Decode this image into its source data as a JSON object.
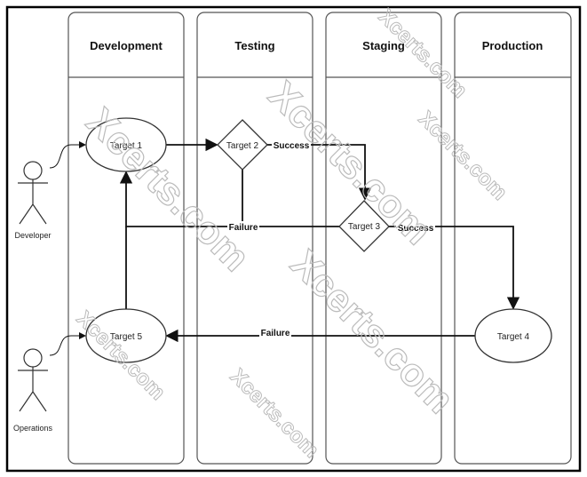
{
  "lanes": [
    "Development",
    "Testing",
    "Staging",
    "Production"
  ],
  "nodes": {
    "t1": "Target 1",
    "t2": "Target 2",
    "t3": "Target 3",
    "t4": "Target 4",
    "t5": "Target 5"
  },
  "edges": {
    "t2_success": "Success",
    "t2_failure": "Failure",
    "t3_success": "Success",
    "t4_failure": "Failure"
  },
  "actors": {
    "developer": "Developer",
    "operations": "Operations"
  },
  "watermark": "Xcerts.com"
}
